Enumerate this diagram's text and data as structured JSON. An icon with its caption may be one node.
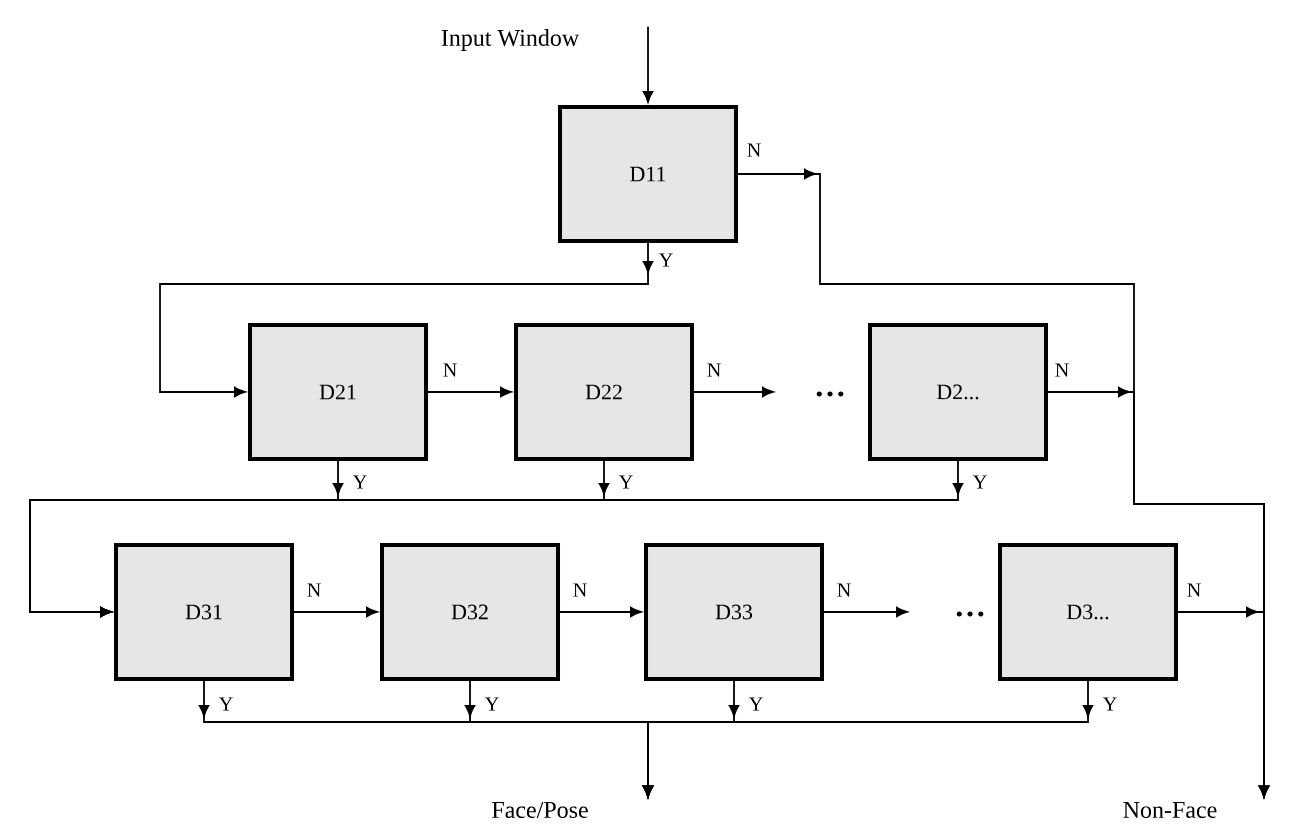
{
  "diagram": {
    "nodes": [
      {
        "text": [
          "Input Window"
        ]
      },
      {
        "text": [
          "D11"
        ]
      },
      {
        "text": [
          "D21"
        ]
      },
      {
        "text": [
          "D22"
        ]
      },
      {
        "text": [
          "D2..."
        ]
      },
      {
        "text": [
          "D31"
        ]
      },
      {
        "text": [
          "D32"
        ]
      },
      {
        "text": [
          "D33"
        ]
      },
      {
        "text": [
          "D3..."
        ]
      },
      {
        "text": [
          "Face/Pose"
        ]
      },
      {
        "text": [
          "Non-Face"
        ]
      }
    ],
    "edges": [
      {
        "from": 0,
        "to": 1,
        "arrow": "to"
      },
      {
        "from": 1,
        "to": 2,
        "arrow": "to",
        "label": "Y"
      },
      {
        "from": 1,
        "to": 10,
        "arrow": "to",
        "label": "N"
      },
      {
        "from": 2,
        "to": 3,
        "arrow": "to",
        "label": "N"
      },
      {
        "from": 3,
        "to": null,
        "arrow": "to",
        "label": "N"
      },
      {
        "from": 4,
        "to": 10,
        "arrow": "to",
        "label": "N"
      },
      {
        "from": 2,
        "to": 5,
        "arrow": "to",
        "label": "Y"
      },
      {
        "from": 3,
        "to": 5,
        "arrow": "to",
        "label": "Y"
      },
      {
        "from": 4,
        "to": 5,
        "arrow": "to",
        "label": "Y"
      },
      {
        "from": 5,
        "to": 6,
        "arrow": "to",
        "label": "N"
      },
      {
        "from": 6,
        "to": 7,
        "arrow": "to",
        "label": "N"
      },
      {
        "from": 7,
        "to": null,
        "arrow": "to",
        "label": "N"
      },
      {
        "from": 8,
        "to": 10,
        "arrow": "to",
        "label": "N"
      },
      {
        "from": 5,
        "to": 9,
        "arrow": "to",
        "label": "Y"
      },
      {
        "from": 6,
        "to": 9,
        "arrow": "to",
        "label": "Y"
      },
      {
        "from": 7,
        "to": 9,
        "arrow": "to",
        "label": "Y"
      },
      {
        "from": 8,
        "to": 9,
        "arrow": "to",
        "label": "Y"
      }
    ],
    "labels": [
      "…",
      "…"
    ]
  }
}
